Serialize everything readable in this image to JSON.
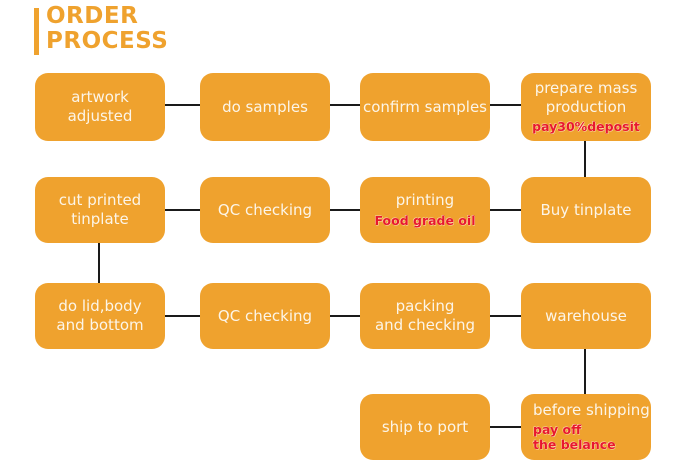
{
  "title": {
    "line1": "ORDER",
    "line2": "PROCESS"
  },
  "colors": {
    "orange": "#EFA22E",
    "red": "#E8182D",
    "text": "#FCF5E8",
    "line": "#1A1A1A",
    "background": "#FFFFFF"
  },
  "nodes": {
    "artwork": {
      "line1": "artwork",
      "line2": "adjusted"
    },
    "do_samples": {
      "line1": "do samples"
    },
    "confirm_samples": {
      "line1": "confirm samples"
    },
    "prepare_mass": {
      "line1": "prepare mass",
      "line2": "production",
      "note1": "pay30%deposit"
    },
    "cut_printed": {
      "line1": "cut printed",
      "line2": "tinplate"
    },
    "qc_checking_1": {
      "line1": "QC checking"
    },
    "printing": {
      "line1": "printing",
      "note1": "Food grade oil"
    },
    "buy_tinplate": {
      "line1": "Buy tinplate"
    },
    "do_lid": {
      "line1": "do lid,body",
      "line2": "and bottom"
    },
    "qc_checking_2": {
      "line1": "QC checking"
    },
    "packing": {
      "line1": "packing",
      "line2": "and checking"
    },
    "warehouse": {
      "line1": "warehouse"
    },
    "ship_to_port": {
      "line1": "ship to port"
    },
    "before_shipping": {
      "line1": "before shipping",
      "note1": "pay off",
      "note2": "the belance"
    }
  },
  "edges": [
    [
      "artwork adjusted",
      "do samples"
    ],
    [
      "do samples",
      "confirm samples"
    ],
    [
      "confirm samples",
      "prepare mass production"
    ],
    [
      "prepare mass production",
      "Buy tinplate"
    ],
    [
      "Buy tinplate",
      "printing"
    ],
    [
      "printing",
      "QC checking"
    ],
    [
      "QC checking",
      "cut printed tinplate"
    ],
    [
      "cut printed tinplate",
      "do lid,body and bottom"
    ],
    [
      "do lid,body and bottom",
      "QC checking"
    ],
    [
      "QC checking",
      "packing and checking"
    ],
    [
      "packing and checking",
      "warehouse"
    ],
    [
      "warehouse",
      "before shipping"
    ],
    [
      "before shipping",
      "ship to port"
    ]
  ]
}
